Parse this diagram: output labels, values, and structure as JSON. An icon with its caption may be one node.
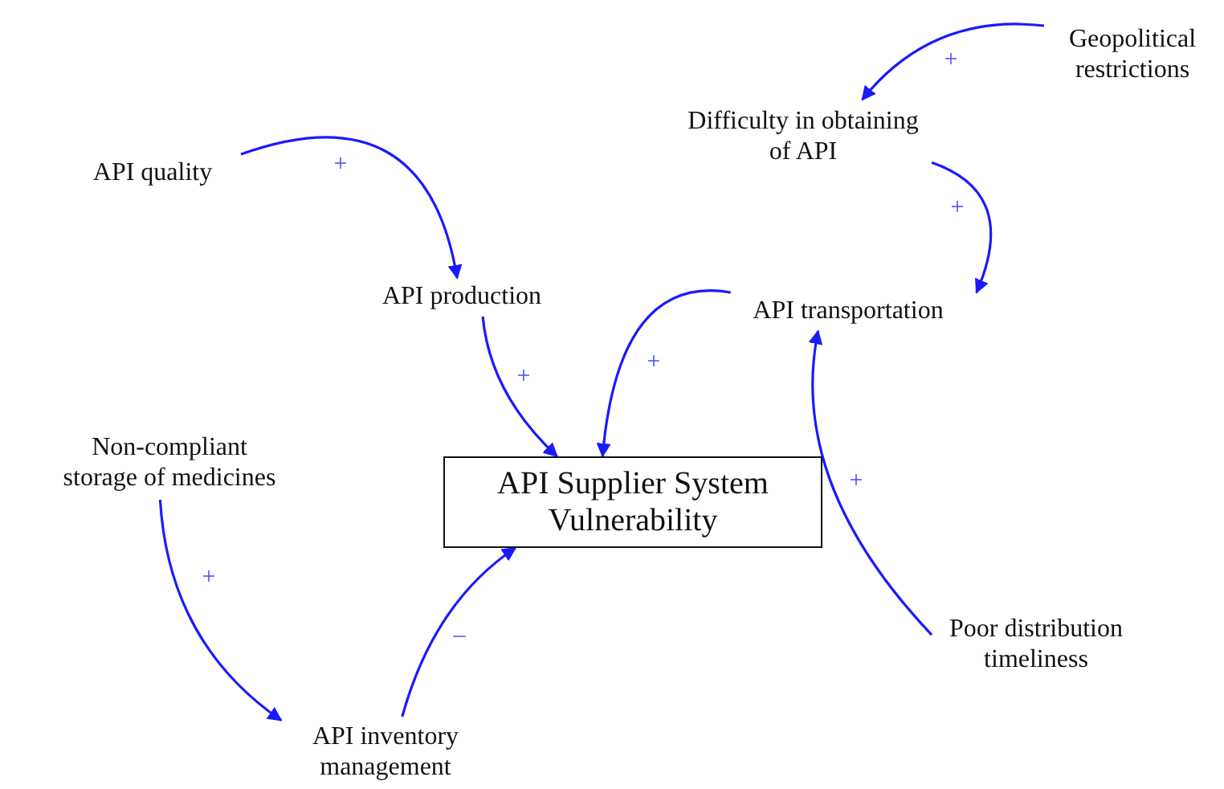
{
  "diagram": {
    "nodes": [
      {
        "text": [
          "Geopolitical restrictions"
        ]
      },
      {
        "text": [
          "Difficulty in obtaining of API"
        ]
      },
      {
        "text": [
          "API quality"
        ]
      },
      {
        "text": [
          "API production"
        ]
      },
      {
        "text": [
          "API transportation"
        ]
      },
      {
        "text": [
          "Non-compliant storage of medicines"
        ]
      },
      {
        "text": [
          "API Supplier System Vulnerability"
        ]
      },
      {
        "text": [
          "Poor distribution timeliness"
        ]
      },
      {
        "text": [
          "API inventory management"
        ]
      }
    ],
    "edges": [
      {
        "from": 0,
        "to": 1,
        "arrow": "to",
        "label": "+"
      },
      {
        "from": 1,
        "to": 4,
        "arrow": "to",
        "label": "+"
      },
      {
        "from": 2,
        "to": 3,
        "arrow": "to",
        "label": "+"
      },
      {
        "from": 3,
        "to": 6,
        "arrow": "to",
        "label": "+"
      },
      {
        "from": 4,
        "to": 6,
        "arrow": "to",
        "label": "+"
      },
      {
        "from": 5,
        "to": 8,
        "arrow": "to",
        "label": "+"
      },
      {
        "from": 8,
        "to": 6,
        "arrow": "to",
        "label": "–"
      },
      {
        "from": 7,
        "to": 4,
        "arrow": "to",
        "label": "+"
      }
    ]
  }
}
